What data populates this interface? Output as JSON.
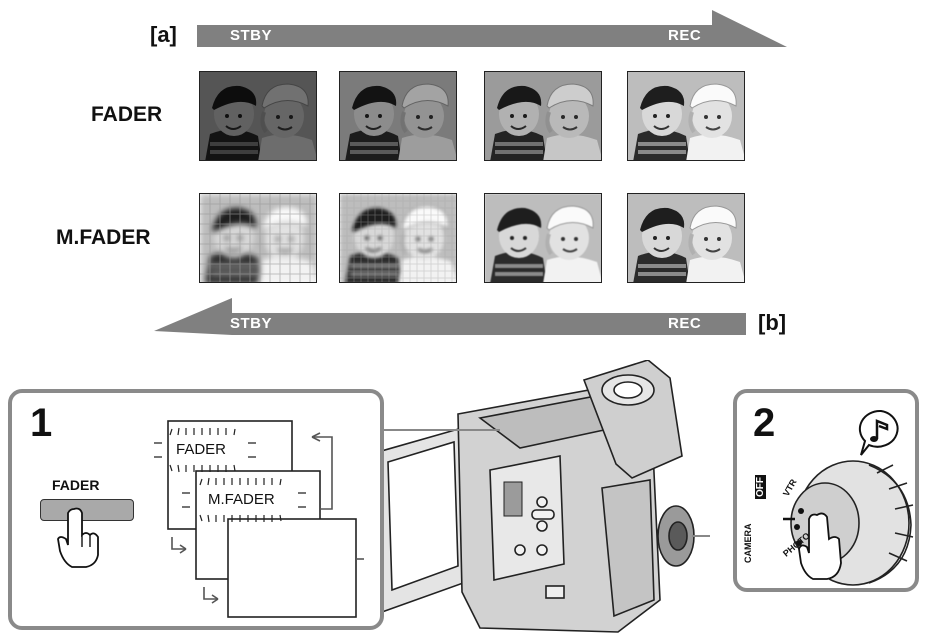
{
  "top_arrow": {
    "tag": "[a]",
    "start": "STBY",
    "end": "REC"
  },
  "bottom_arrow": {
    "tag": "[b]",
    "start": "STBY",
    "end": "REC"
  },
  "rows": [
    {
      "label": "FADER"
    },
    {
      "label": "M.FADER"
    }
  ],
  "step1": {
    "number": "1",
    "button_label": "FADER",
    "screen_a": "FADER",
    "screen_b": "M.FADER"
  },
  "step2": {
    "number": "2",
    "dial_labels": {
      "off": "OFF",
      "vtr": "VTR",
      "camera": "CAMERA",
      "photo": "PHOTO"
    },
    "sound_icon": "music-note-icon"
  },
  "colors": {
    "arrow": "#808080",
    "panel_border": "#8a8a8a"
  }
}
